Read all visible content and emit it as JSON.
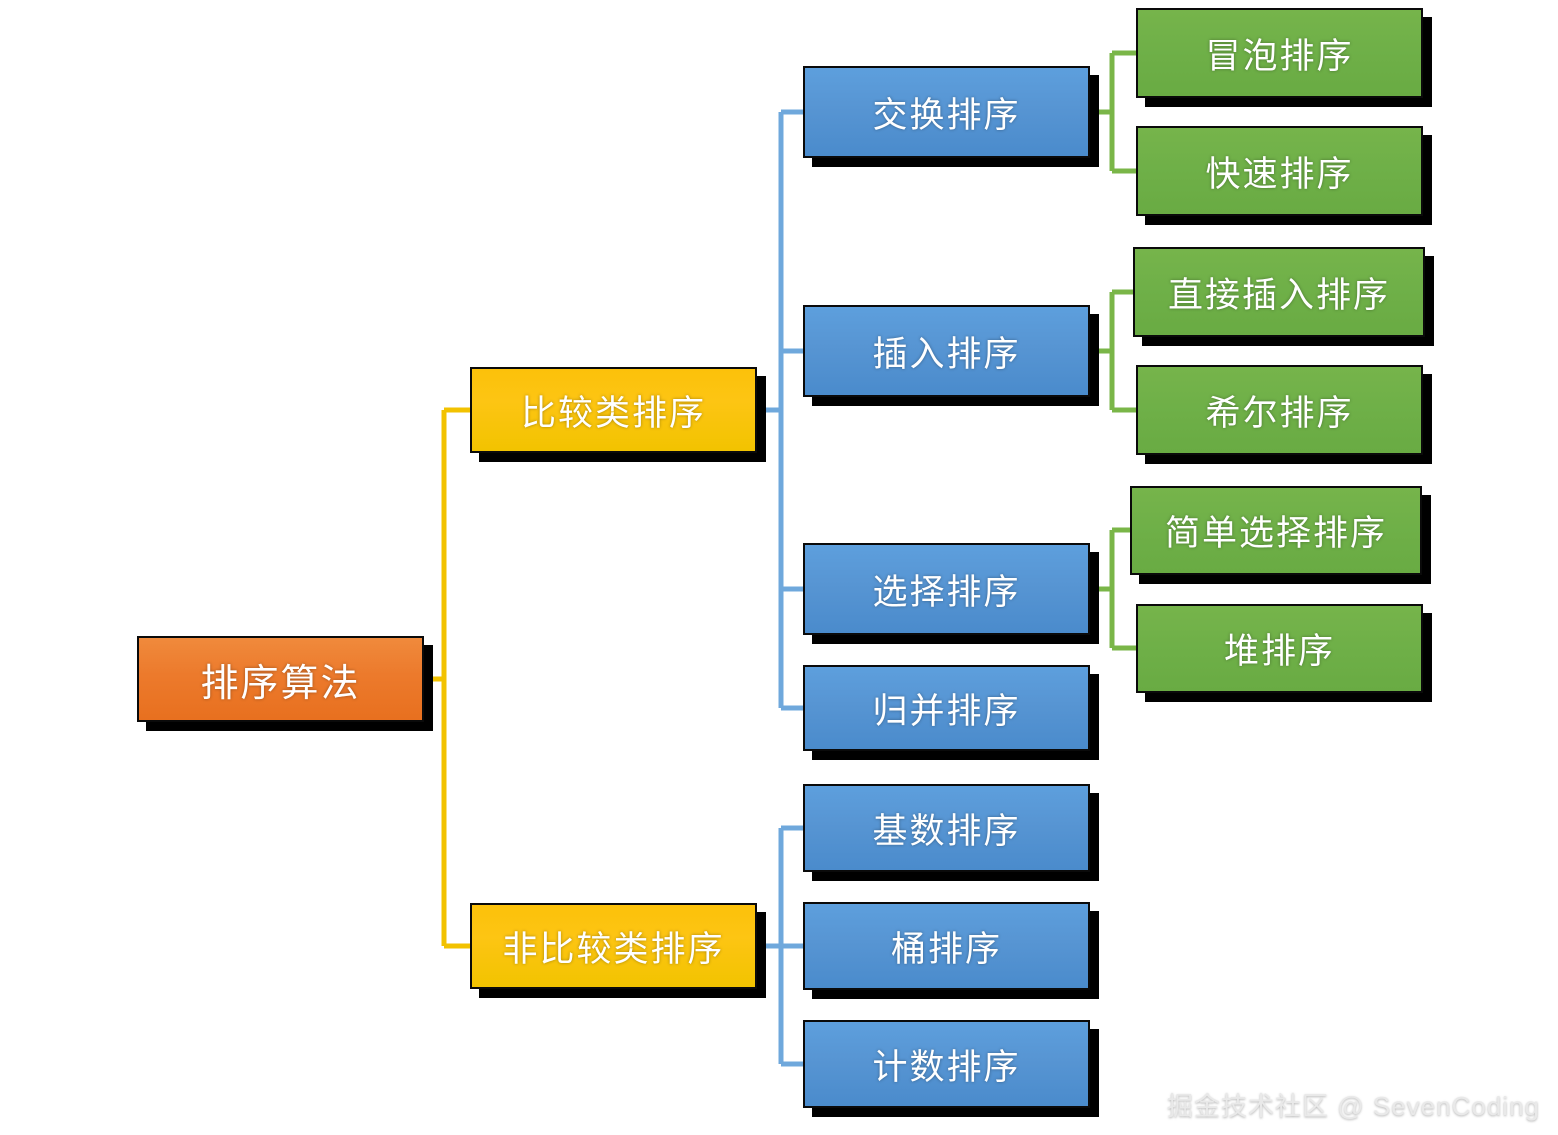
{
  "diagram": {
    "title": "排序算法",
    "type": "mindmap",
    "root": {
      "id": "root",
      "label": "排序算法",
      "color": "#ec7a2c",
      "level": 0
    },
    "categories": [
      {
        "id": "comparison",
        "label": "比较类排序",
        "color": "#fcc10a",
        "level": 1,
        "children": [
          {
            "id": "exchange",
            "label": "交换排序",
            "color": "#5795d3",
            "level": 2,
            "children": [
              {
                "id": "bubble",
                "label": "冒泡排序",
                "color": "#6fb048",
                "level": 3
              },
              {
                "id": "quick",
                "label": "快速排序",
                "color": "#6fb048",
                "level": 3
              }
            ]
          },
          {
            "id": "insertion",
            "label": "插入排序",
            "color": "#5795d3",
            "level": 2,
            "children": [
              {
                "id": "straight-insertion",
                "label": "直接插入排序",
                "color": "#6fb048",
                "level": 3
              },
              {
                "id": "shell",
                "label": "希尔排序",
                "color": "#6fb048",
                "level": 3
              }
            ]
          },
          {
            "id": "selection",
            "label": "选择排序",
            "color": "#5795d3",
            "level": 2,
            "children": [
              {
                "id": "simple-selection",
                "label": "简单选择排序",
                "color": "#6fb048",
                "level": 3
              },
              {
                "id": "heap",
                "label": "堆排序",
                "color": "#6fb048",
                "level": 3
              }
            ]
          },
          {
            "id": "merge",
            "label": "归并排序",
            "color": "#5795d3",
            "level": 2,
            "children": []
          }
        ]
      },
      {
        "id": "non-comparison",
        "label": "非比较类排序",
        "color": "#fcc10a",
        "level": 1,
        "children": [
          {
            "id": "radix",
            "label": "基数排序",
            "color": "#5795d3",
            "level": 2,
            "children": []
          },
          {
            "id": "bucket",
            "label": "桶排序",
            "color": "#5795d3",
            "level": 2,
            "children": []
          },
          {
            "id": "counting",
            "label": "计数排序",
            "color": "#5795d3",
            "level": 2,
            "children": []
          }
        ]
      }
    ],
    "connector_colors": {
      "root_to_category": "#f2c200",
      "category_to_mid": "#6fa8dc",
      "mid_to_leaf": "#7ab648"
    }
  },
  "watermark": {
    "text": "掘金技术社区 @ SevenCoding"
  }
}
